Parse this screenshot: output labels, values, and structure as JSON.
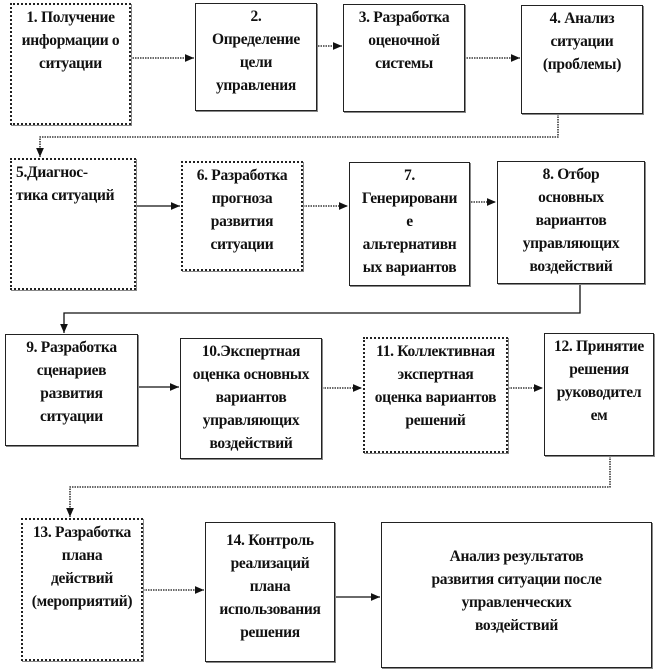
{
  "diagram": {
    "steps": [
      {
        "id": 1,
        "text": "1. Получение\nинформации о\nситуации"
      },
      {
        "id": 2,
        "text": "2.\nОпределение\nцели\nуправления"
      },
      {
        "id": 3,
        "text": "3. Разработка\nоценочной\nсистемы"
      },
      {
        "id": 4,
        "text": "4. Анализ\nситуации\n(проблемы)"
      },
      {
        "id": 5,
        "text": "5.Диагнос-\nтика ситуаций"
      },
      {
        "id": 6,
        "text": "6. Разработка\nпрогноза\nразвития\nситуации"
      },
      {
        "id": 7,
        "text": "7.\nГенерировани\nе\nальтернативн\nых вариантов"
      },
      {
        "id": 8,
        "text": "8. Отбор\nосновных\nвариантов\nуправляющих\nвоздействий"
      },
      {
        "id": 9,
        "text": "9. Разработка\nсценариев\nразвития\nситуации"
      },
      {
        "id": 10,
        "text": "10.Экспертная\nоценка основных\nвариантов\nуправляющих\nвоздействий"
      },
      {
        "id": 11,
        "text": "11. Коллективная\nэкспертная\nоценка вариантов\nрешений"
      },
      {
        "id": 12,
        "text": "12. Принятие\nрешения\nруководител\nем"
      },
      {
        "id": 13,
        "text": "13. Разработка\nплана\nдействий\n(мероприятий)"
      },
      {
        "id": 14,
        "text": "14. Контроль\nреализаций\nплана\nиспользования\nрешения"
      },
      {
        "id": 15,
        "text": "Анализ результатов\nразвития ситуации после\nуправленческих\nвоздействий"
      }
    ]
  }
}
